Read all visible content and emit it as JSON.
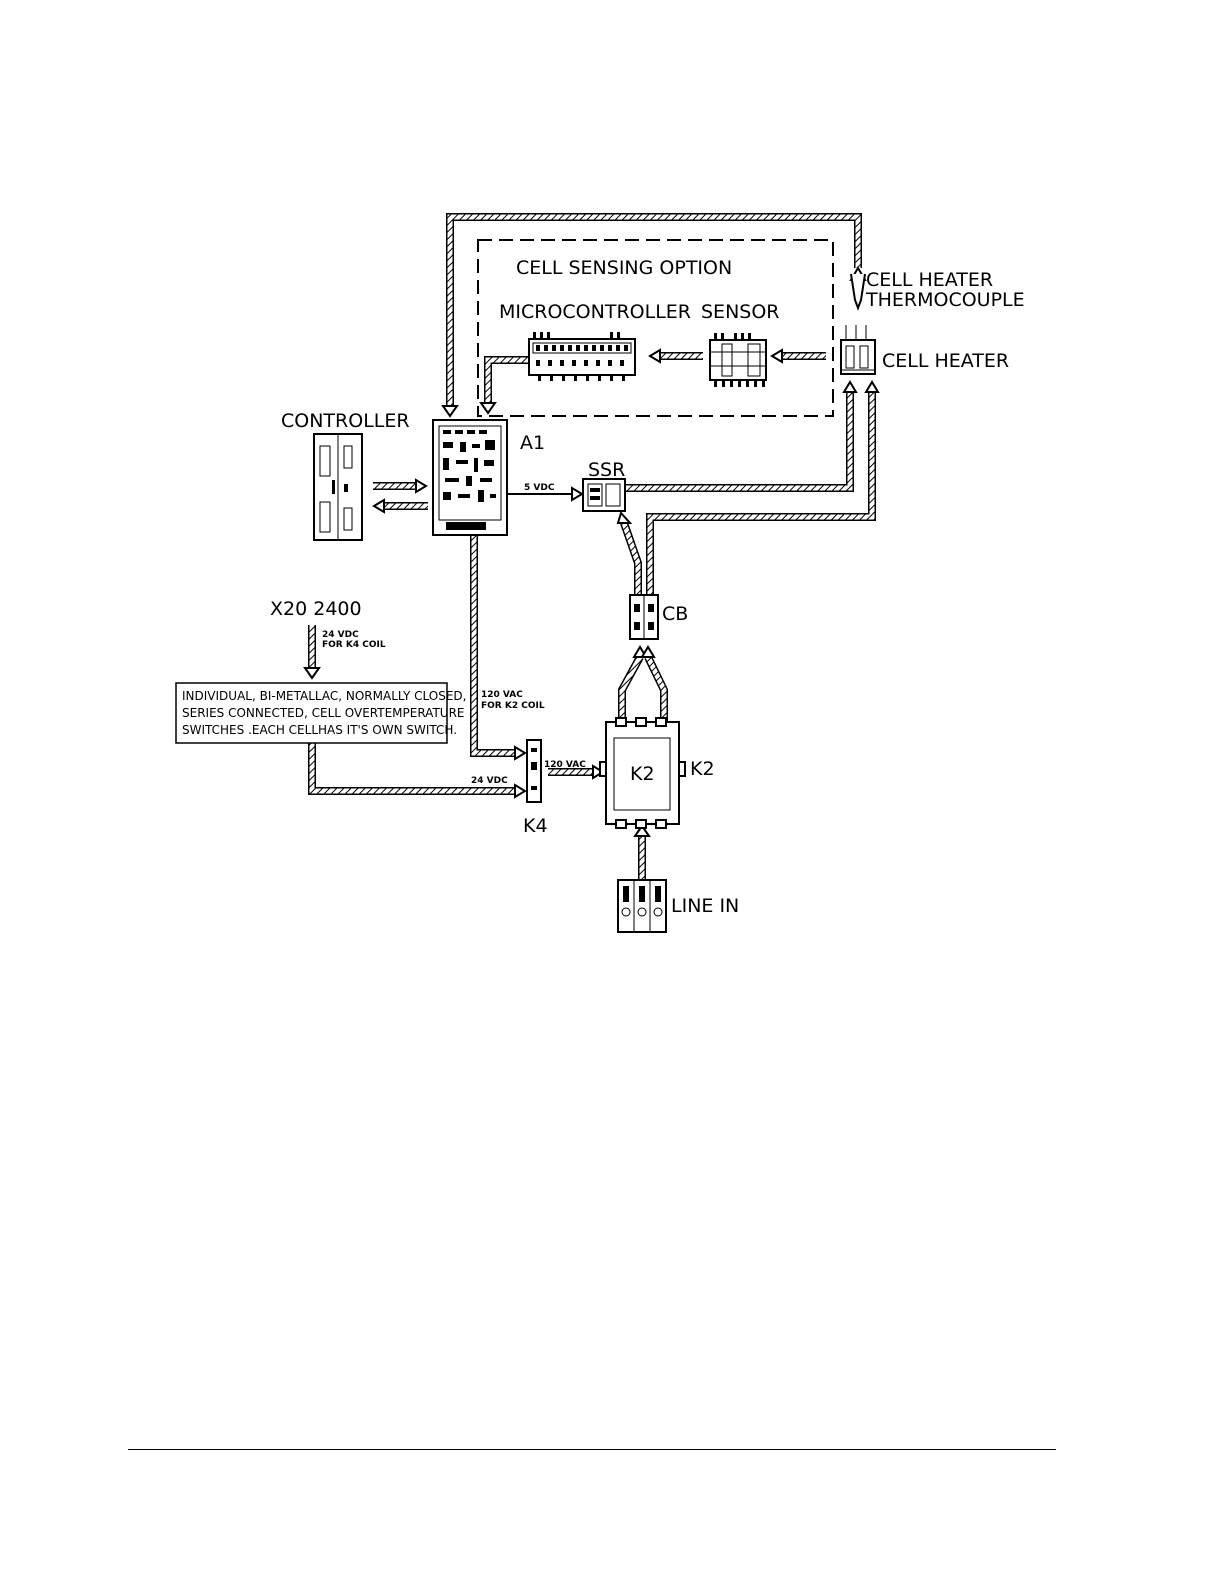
{
  "labels": {
    "cell_sensing_option": "CELL SENSING OPTION",
    "microcontroller": "MICROCONTROLLER",
    "sensor": "SENSOR",
    "cell_heater_line1": "CELL HEATER",
    "cell_heater_line2": "THERMOCOUPLE",
    "cell_heater": "CELL HEATER",
    "controller": "CONTROLLER",
    "a1": "A1",
    "ssr": "SSR",
    "cb": "CB",
    "x20": "X20 2400",
    "k2_inner": "K2",
    "k2_outer": "K2",
    "k4": "K4",
    "line_in": "LINE IN"
  },
  "signals": {
    "five_vdc": "5 VDC",
    "x20_24vdc_line1": "24 VDC",
    "x20_24vdc_line2": "FOR K4 COIL",
    "vac120_coil_line1": "120 VAC",
    "vac120_coil_line2": "FOR K2 COIL",
    "vac120": "120 VAC",
    "vdc24": "24 VDC"
  },
  "note": {
    "line1": "INDIVIDUAL, BI-METALLAC, NORMALLY CLOSED,",
    "line2": "SERIES CONNECTED, CELL OVERTEMPERATURE",
    "line3": "SWITCHES .EACH CELLHAS IT'S OWN SWITCH."
  }
}
